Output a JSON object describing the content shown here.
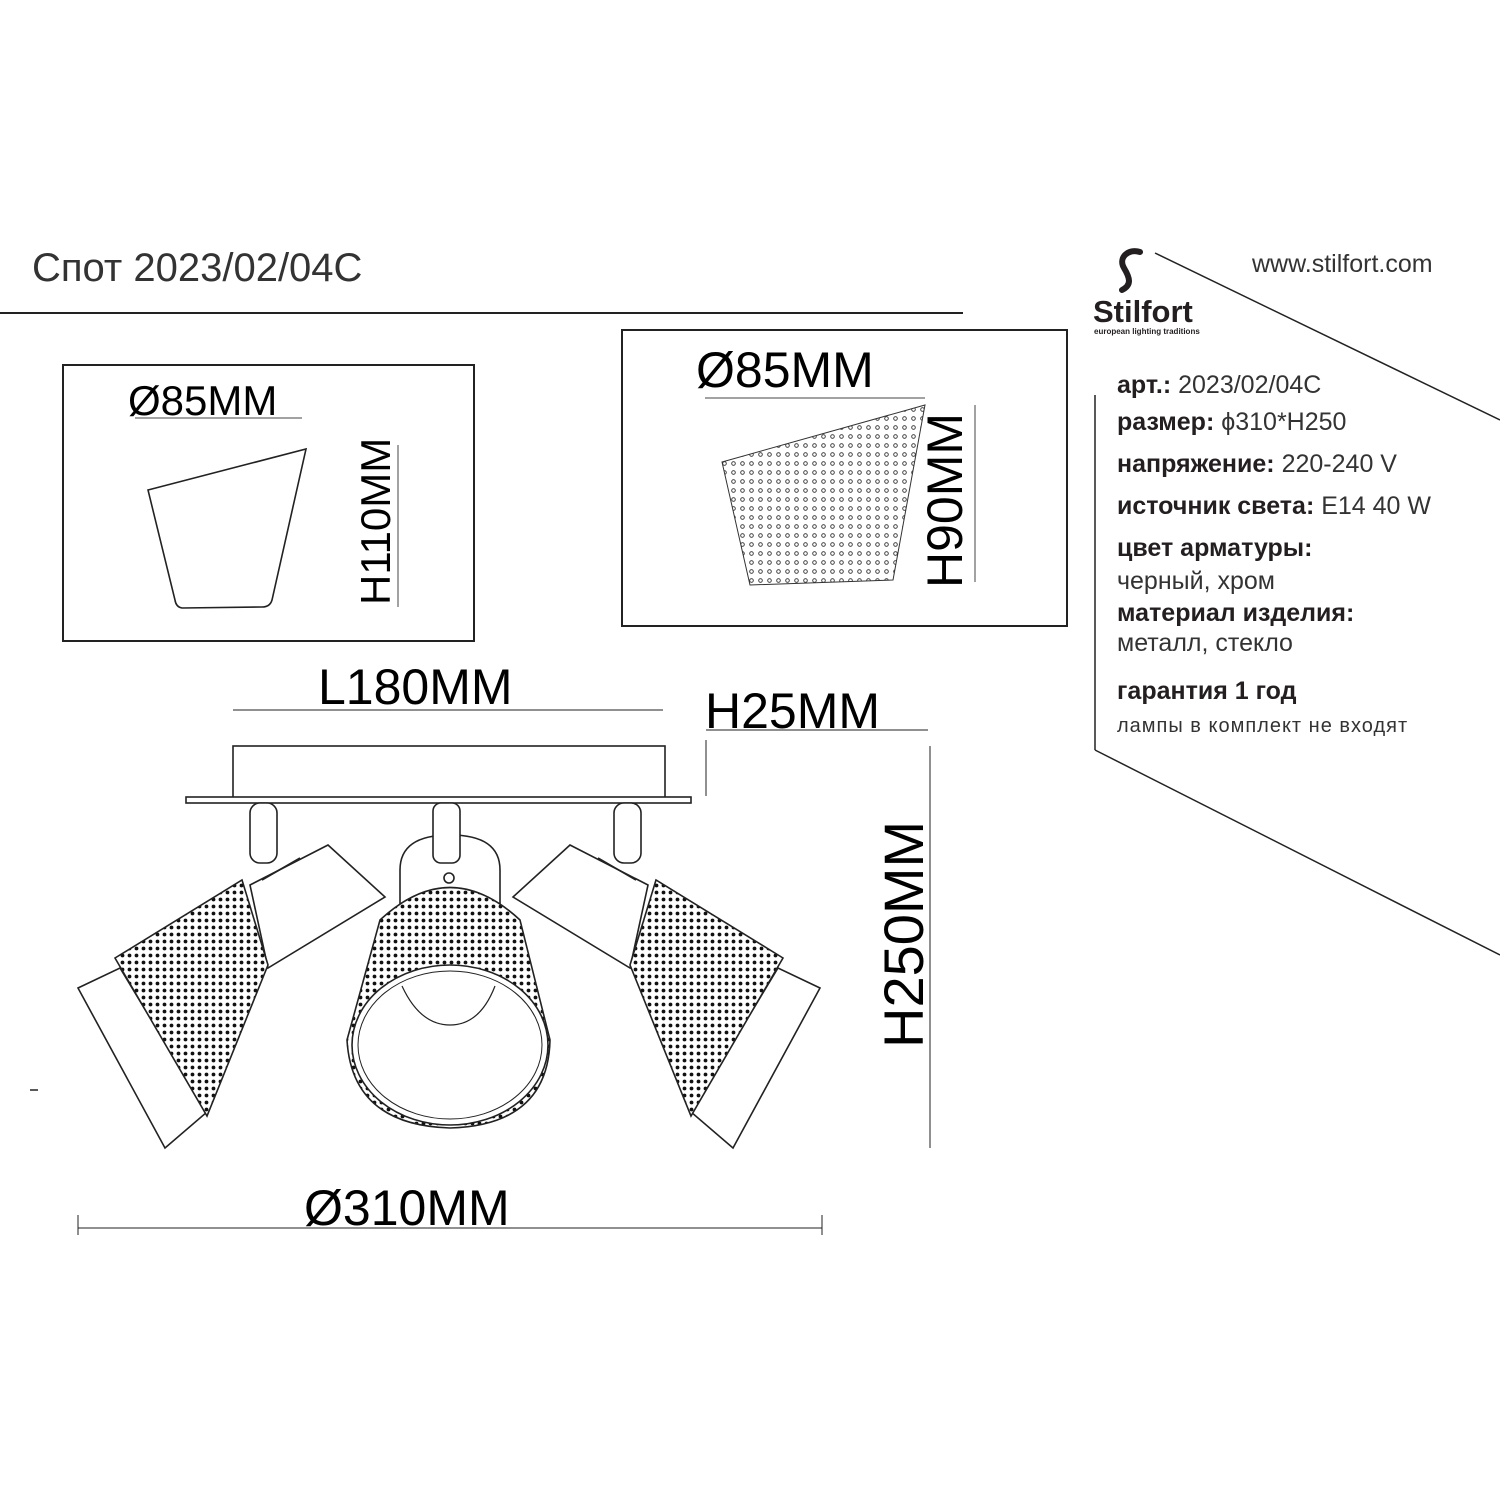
{
  "title": "Спот 2023/02/04C",
  "brand": {
    "name": "Stilfort",
    "tagline": "european lighting traditions",
    "url": "www.stilfort.com"
  },
  "specs": {
    "article_label": "арт.:",
    "article_value": "2023/02/04C",
    "size_label": "размер:",
    "size_value": "ϕ310*H250",
    "voltage_label": "напряжение:",
    "voltage_value": "220-240 V",
    "light_source_label": "источник света:",
    "light_source_value": "E14 40 W",
    "fitting_color_label": "цвет арматуры:",
    "fitting_color_value": "черный, хром",
    "material_label": "материал изделия:",
    "material_value": "металл, стекло",
    "warranty": "гарантия 1 год",
    "note": "лампы в  комплект не входят"
  },
  "dimensions": {
    "shade1_diameter": "Ø85MM",
    "shade1_height": "H110MM",
    "shade2_diameter": "Ø85MM",
    "shade2_height": "H90MM",
    "base_length": "L180MM",
    "base_height": "H25MM",
    "total_height": "H250MM",
    "total_diameter": "Ø310MM"
  }
}
